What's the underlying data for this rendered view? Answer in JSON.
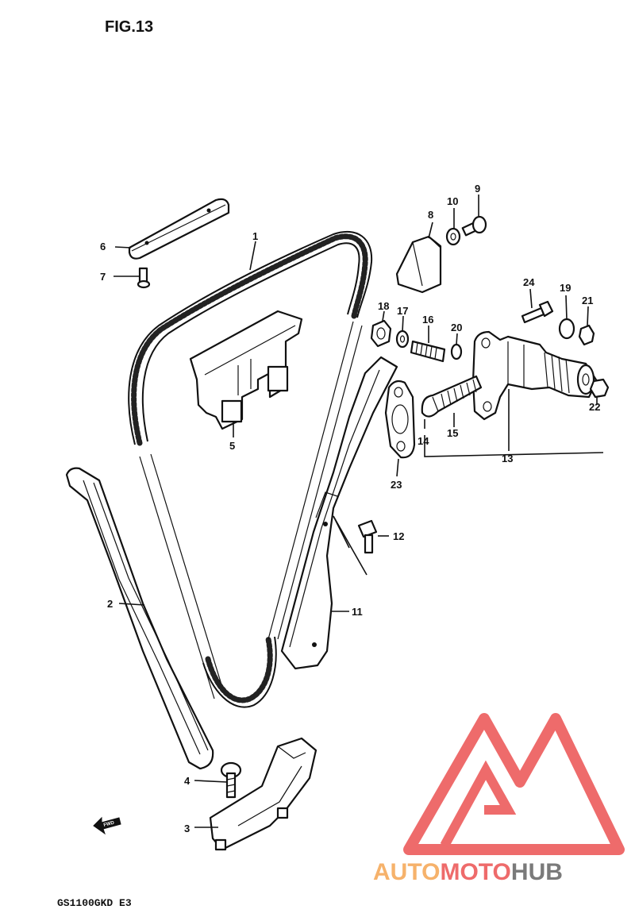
{
  "figure": {
    "title": "FIG.13",
    "model_code": "GS1100GKD E3",
    "direction_mark": "FWD"
  },
  "watermark": {
    "part1": "AUTO",
    "part2": "MOTO",
    "part3": "HUB",
    "color_red": "#ee6b6b",
    "color_orange": "#f6b26b",
    "color_gray": "#7a7a7a"
  },
  "callouts": [
    {
      "id": "c1",
      "text": "1"
    },
    {
      "id": "c2",
      "text": "2"
    },
    {
      "id": "c3",
      "text": "3"
    },
    {
      "id": "c4",
      "text": "4"
    },
    {
      "id": "c5",
      "text": "5"
    },
    {
      "id": "c6",
      "text": "6"
    },
    {
      "id": "c7",
      "text": "7"
    },
    {
      "id": "c8",
      "text": "8"
    },
    {
      "id": "c9",
      "text": "9"
    },
    {
      "id": "c10",
      "text": "10"
    },
    {
      "id": "c11",
      "text": "11"
    },
    {
      "id": "c12",
      "text": "12"
    },
    {
      "id": "c13",
      "text": "13"
    },
    {
      "id": "c14",
      "text": "14"
    },
    {
      "id": "c15",
      "text": "15"
    },
    {
      "id": "c16",
      "text": "16"
    },
    {
      "id": "c17",
      "text": "17"
    },
    {
      "id": "c18",
      "text": "18"
    },
    {
      "id": "c19",
      "text": "19"
    },
    {
      "id": "c20",
      "text": "20"
    },
    {
      "id": "c21",
      "text": "21"
    },
    {
      "id": "c22",
      "text": "22"
    },
    {
      "id": "c23",
      "text": "23"
    },
    {
      "id": "c24",
      "text": "24"
    }
  ]
}
